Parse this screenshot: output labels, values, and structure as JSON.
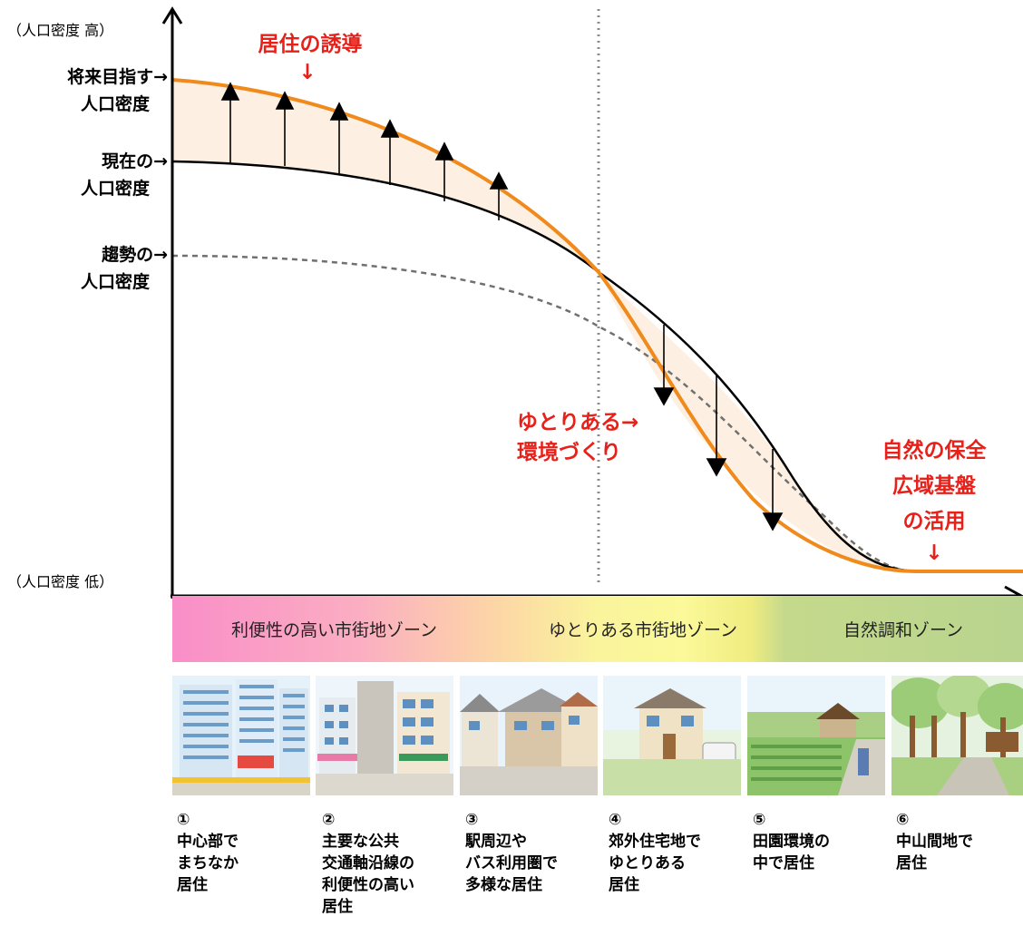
{
  "axis": {
    "y_high": "（人口密度 高）",
    "y_low": "（人口密度 低）"
  },
  "levels": {
    "future": [
      "将来目指す→",
      "人口密度"
    ],
    "current": [
      "現在の→",
      "人口密度"
    ],
    "trend": [
      "趨勢の→",
      "人口密度"
    ]
  },
  "annotations": {
    "induce": [
      "居住の誘導",
      "↓"
    ],
    "yutori": [
      "ゆとりある→",
      "環境づくり"
    ],
    "nature": [
      "自然の保全",
      "広域基盤",
      "の活用",
      "↓"
    ]
  },
  "zones": [
    "利便性の高い市街地ゾーン",
    "ゆとりある市街地ゾーン",
    "自然調和ゾーン"
  ],
  "captions": [
    {
      "num": "①",
      "lines": [
        "中心部で",
        "まちなか",
        "居住"
      ]
    },
    {
      "num": "②",
      "lines": [
        "主要な公共",
        "交通軸沿線の",
        "利便性の高い",
        "居住"
      ]
    },
    {
      "num": "③",
      "lines": [
        "駅周辺や",
        "バス利用圏で",
        "多様な居住"
      ]
    },
    {
      "num": "④",
      "lines": [
        "郊外住宅地で",
        "ゆとりある",
        "居住"
      ]
    },
    {
      "num": "⑤",
      "lines": [
        "田園環境の",
        "中で居住"
      ]
    },
    {
      "num": "⑥",
      "lines": [
        "中山間地で",
        "居住"
      ]
    }
  ],
  "colors": {
    "target_curve": "#f08a1c",
    "fill": "#fdf0e2",
    "annotation_red": "#e8201a",
    "current_curve": "#000000",
    "trend_curve": "#707070"
  },
  "illustrations": [
    "high-rise-apartments",
    "mid-rise-shops",
    "station-houses",
    "suburban-house-family",
    "rural-farm-house",
    "mountain-forest-worker"
  ]
}
